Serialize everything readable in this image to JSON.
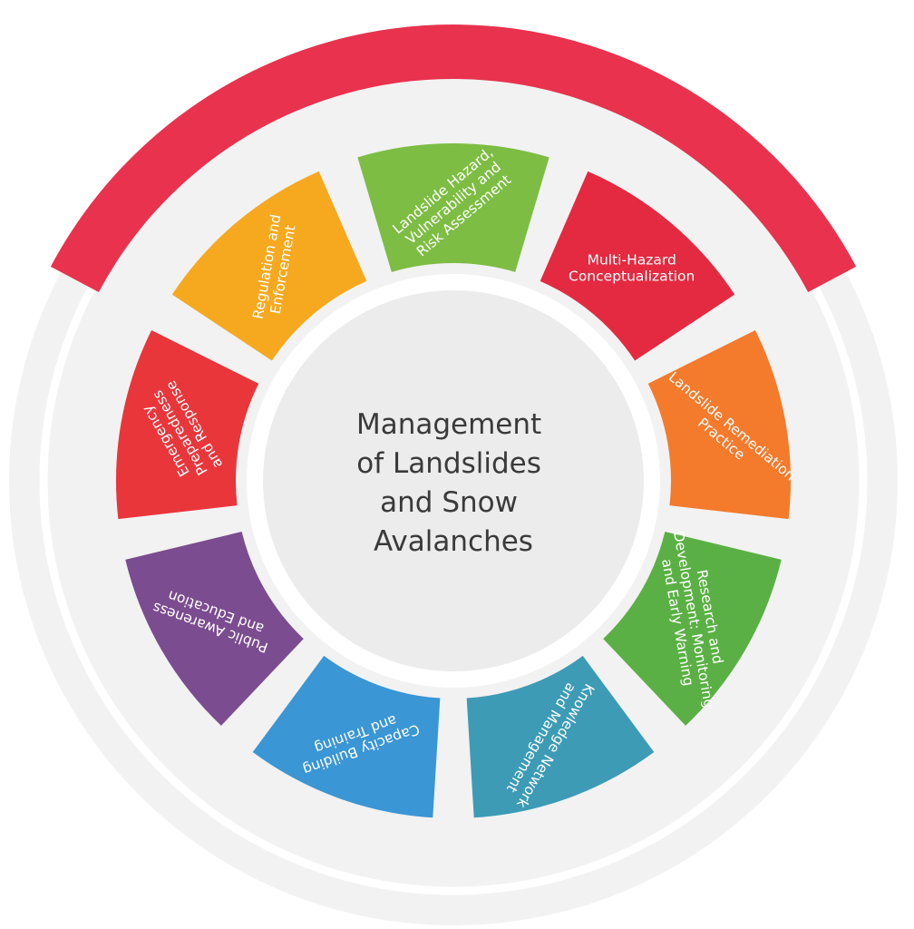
{
  "banner": {
    "title": "The Components of the Landslide Disaster Management Process",
    "color": "#e8324e"
  },
  "center": {
    "lines": [
      "Management",
      "of Landslides",
      "and Snow",
      "Avalanches"
    ]
  },
  "segments": [
    {
      "lines": [
        "Landslide Hazard,",
        "Vulnerability and",
        "Risk Assessment"
      ],
      "color": "#7dbd43"
    },
    {
      "lines": [
        "Multi-Hazard",
        "Conceptualization"
      ],
      "color": "#e32a40"
    },
    {
      "lines": [
        "Landslide Remediation",
        "Practice"
      ],
      "color": "#f47a2c"
    },
    {
      "lines": [
        "Research and",
        "Development: Monitoring",
        "and Early Warning"
      ],
      "color": "#5bb045"
    },
    {
      "lines": [
        "Knowledge Network",
        "and Management"
      ],
      "color": "#3d9bb6"
    },
    {
      "lines": [
        "Capacity Building",
        "and Training"
      ],
      "color": "#3a96d4"
    },
    {
      "lines": [
        "Public Awareness",
        "and Education"
      ],
      "color": "#7b4c8f"
    },
    {
      "lines": [
        "Emergency",
        "Preparedness",
        "and Response"
      ],
      "color": "#e8363b"
    },
    {
      "lines": [
        "Regulation and",
        "Enforcement"
      ],
      "color": "#f6a91f"
    }
  ]
}
